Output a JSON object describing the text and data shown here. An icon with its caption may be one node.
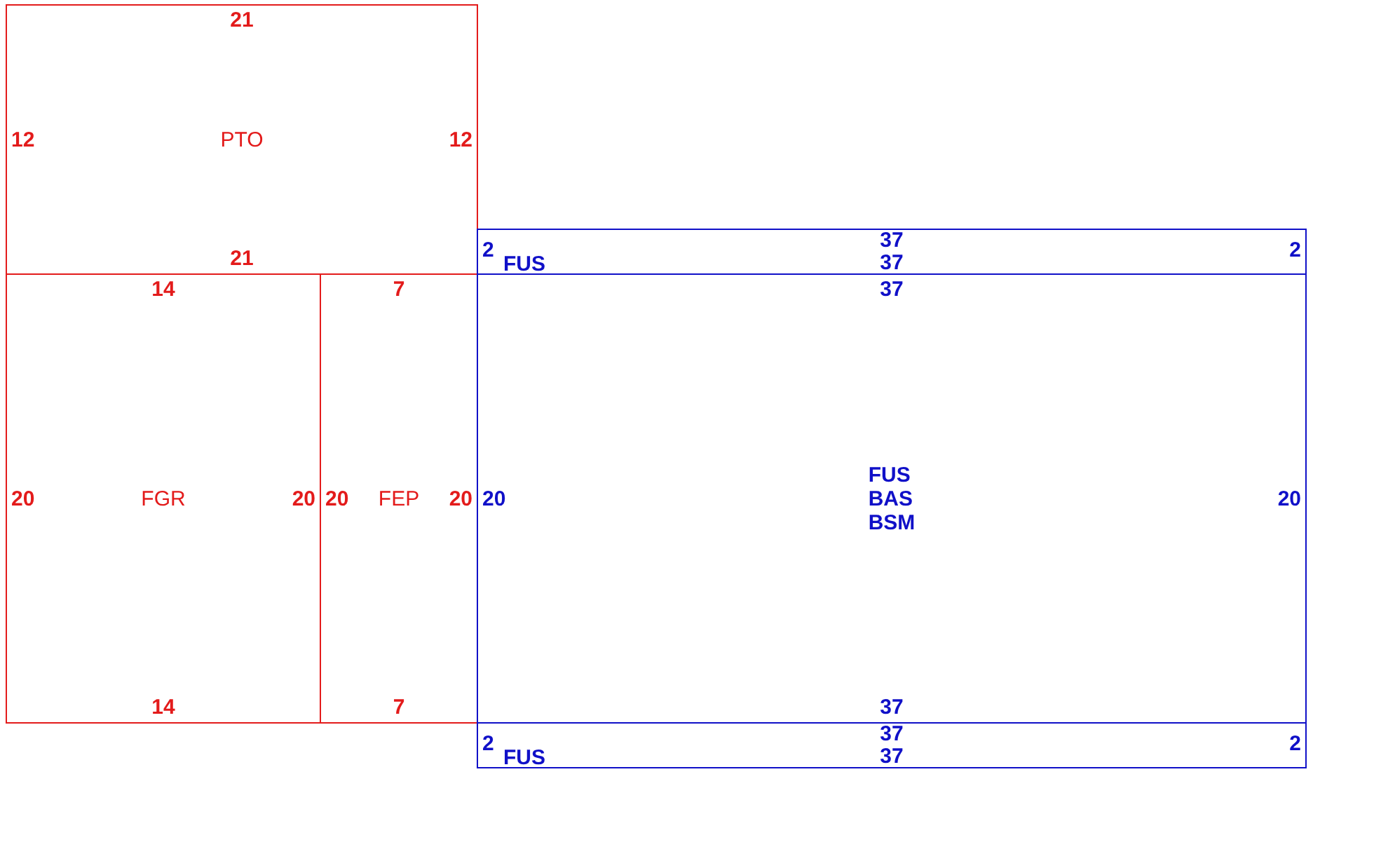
{
  "diagram": {
    "nodes": [
      {
        "text": [
          "21",
          "12",
          "PTO",
          "12",
          "21"
        ]
      },
      {
        "text": [
          "37",
          "2",
          "FUS",
          "2",
          "37"
        ]
      },
      {
        "text": [
          "14",
          "20",
          "FGR",
          "20",
          "14"
        ]
      },
      {
        "text": [
          "7",
          "20",
          "FEP",
          "20",
          "7"
        ]
      },
      {
        "text": [
          "37",
          "20",
          "FUS",
          "BAS",
          "BSM",
          "20",
          "37"
        ]
      },
      {
        "text": [
          "37",
          "2",
          "FUS",
          "2",
          "37"
        ]
      }
    ],
    "edges": []
  }
}
